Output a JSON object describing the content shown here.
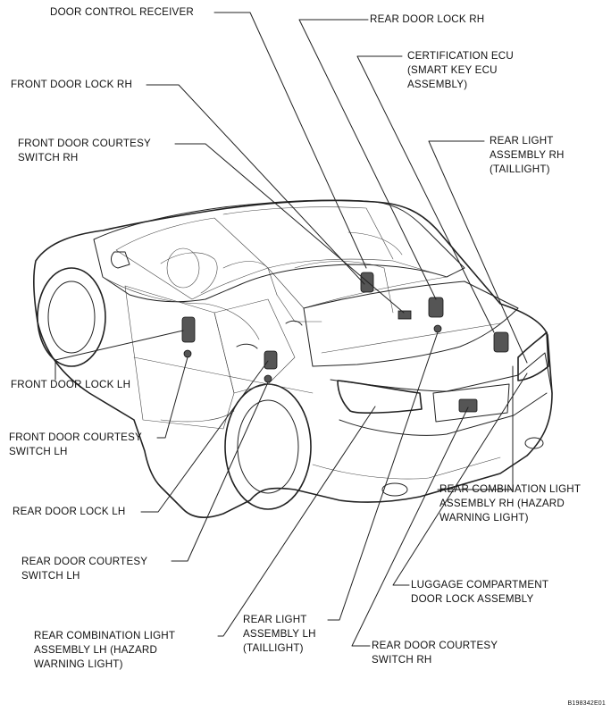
{
  "labels": {
    "door_control_receiver": [
      "DOOR CONTROL RECEIVER"
    ],
    "rear_door_lock_rh": [
      "REAR DOOR LOCK RH"
    ],
    "certification_ecu": [
      "CERTIFICATION ECU",
      "(SMART KEY ECU",
      "ASSEMBLY)"
    ],
    "front_door_lock_rh": [
      "FRONT DOOR LOCK RH"
    ],
    "front_door_courtesy_switch_rh": [
      "FRONT DOOR COURTESY",
      "SWITCH RH"
    ],
    "rear_light_assembly_rh": [
      "REAR LIGHT",
      "ASSEMBLY RH",
      "(TAILLIGHT)"
    ],
    "front_door_lock_lh": [
      "FRONT DOOR LOCK LH"
    ],
    "front_door_courtesy_switch_lh": [
      "FRONT DOOR COURTESY",
      "SWITCH LH"
    ],
    "rear_door_lock_lh": [
      "REAR DOOR LOCK LH"
    ],
    "rear_door_courtesy_switch_lh": [
      "REAR DOOR COURTESY",
      "SWITCH LH"
    ],
    "rear_combination_light_lh": [
      "REAR COMBINATION LIGHT",
      "ASSEMBLY LH (HAZARD",
      "WARNING LIGHT)"
    ],
    "rear_light_assembly_lh": [
      "REAR LIGHT",
      "ASSEMBLY LH",
      "(TAILLIGHT)"
    ],
    "rear_door_courtesy_switch_rh": [
      "REAR DOOR COURTESY",
      "SWITCH RH"
    ],
    "rear_combination_light_rh": [
      "REAR COMBINATION LIGHT",
      "ASSEMBLY RH (HAZARD",
      "WARNING LIGHT)"
    ],
    "luggage_compartment_lock": [
      "LUGGAGE COMPARTMENT",
      "DOOR LOCK ASSEMBLY"
    ]
  },
  "figure_code": "B198342E01",
  "colors": {
    "line": "#111111",
    "background": "#ffffff"
  }
}
